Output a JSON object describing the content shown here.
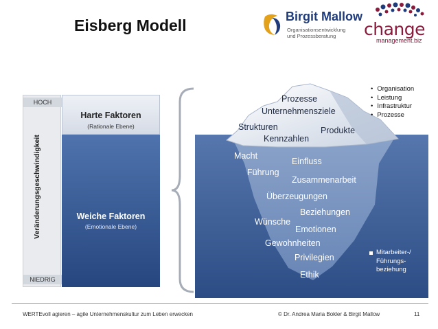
{
  "title": "Eisberg Modell",
  "logo_bm": {
    "name": "Birgit Mallow",
    "sub1": "Organisationsentwicklung",
    "sub2": "und Prozessberatung"
  },
  "logo_cm": {
    "word": "change",
    "sub": "management.biz"
  },
  "scale": {
    "high": "HOCH",
    "low": "NIEDRIG",
    "axis": "Veränderungsgeschwindigkeit"
  },
  "hard": {
    "title": "Harte Faktoren",
    "subtitle": "(Rationale Ebene)"
  },
  "soft": {
    "title": "Weiche Faktoren",
    "subtitle": "(Emotionale Ebene)"
  },
  "above_water": [
    "Prozesse",
    "Unternehmensziele",
    "Strukturen",
    "Produkte",
    "Kennzahlen"
  ],
  "below_water": [
    "Macht",
    "Einfluss",
    "Führung",
    "Zusammenarbeit",
    "Überzeugungen",
    "Beziehungen",
    "Wünsche",
    "Emotionen",
    "Gewohnheiten",
    "Privilegien",
    "Ethik"
  ],
  "bullets_top": [
    "Organisation",
    "Leistung",
    "Infrastruktur",
    "Prozesse"
  ],
  "bullet_bottom": [
    "Mitarbeiter-/",
    "Führungs-",
    "beziehung"
  ],
  "footer": {
    "left": "WERTEvoll agieren – agile Unternehmenskultur zum Leben erwecken",
    "right": "© Dr. Andrea Maria Bokler & Birgit Mallow",
    "page": "11"
  },
  "colors": {
    "navy": "#1f3b7a",
    "brand_red": "#8a1a3c",
    "water": "#3e5f97",
    "soft_box": "#2f5290"
  }
}
